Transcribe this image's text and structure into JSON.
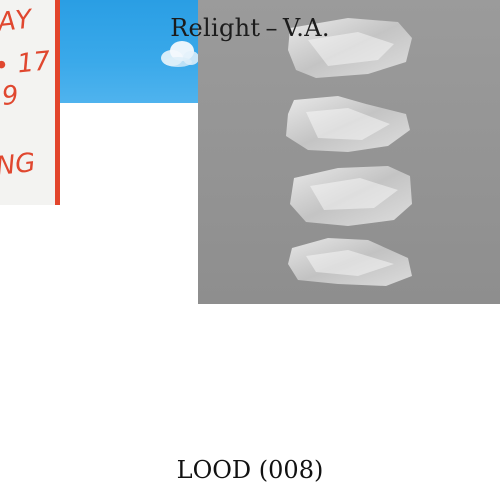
{
  "cover": {
    "title": "Relight – V.A.",
    "catalog": "LOOD (008)"
  },
  "note_card": {
    "lines": [
      "AY",
      "• 17",
      "9",
      "NG"
    ],
    "ink_color": "#e0472f"
  },
  "colors": {
    "sky": "#2a9ee4",
    "stone_backdrop": "#9b9b9b",
    "background": "#ffffff"
  }
}
